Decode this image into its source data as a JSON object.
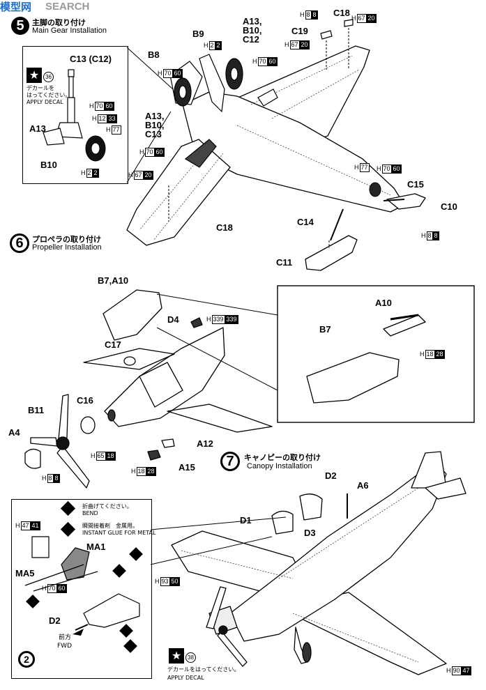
{
  "watermark": {
    "logo_text": "模型网",
    "sub_text": "SEARCH"
  },
  "steps": {
    "s5": {
      "number": "5",
      "jp": "主脚の取り付け",
      "en": "Main Gear Installation"
    },
    "s6": {
      "number": "6",
      "jp": "プロペラの取り付け",
      "en": "Propeller Installation"
    },
    "s7": {
      "number": "7",
      "jp": "キャノピーの取り付け",
      "en": "Canopy Installation"
    }
  },
  "inset5": {
    "decal_number": "36",
    "decal_jp": "デカールを\nはってください。",
    "decal_en": "APPLY DECAL",
    "parts": {
      "c13": "C13 (C12)",
      "a13": "A13",
      "b10": "B10"
    },
    "paints": [
      {
        "h": "H",
        "a": "70",
        "b": "60"
      },
      {
        "h": "H",
        "a": "12",
        "b": "33"
      },
      {
        "h": "H",
        "a": "77",
        "b": ""
      },
      {
        "h": "H",
        "a": "2",
        "b": "2"
      }
    ]
  },
  "step5_parts": {
    "b9": "B9",
    "b8": "B8",
    "a13_group_top": "A13,\nB10,\nC12",
    "a13_group_bottom": "A13,\nB10,\nC13",
    "c18_top": "C18",
    "c19": "C19",
    "c18_bottom": "C18",
    "c15": "C15",
    "c10": "C10",
    "c14": "C14",
    "c11": "C11"
  },
  "step5_paints": [
    {
      "h": "H",
      "a": "2",
      "b": "2"
    },
    {
      "h": "H",
      "a": "70",
      "b": "60"
    },
    {
      "h": "H",
      "a": "70",
      "b": "60"
    },
    {
      "h": "H",
      "a": "8",
      "b": "8"
    },
    {
      "h": "H",
      "a": "67",
      "b": "20"
    },
    {
      "h": "H",
      "a": "67",
      "b": "20"
    },
    {
      "h": "H",
      "a": "70",
      "b": "60"
    },
    {
      "h": "H",
      "a": "67",
      "b": "20"
    },
    {
      "h": "H",
      "a": "77",
      "b": ""
    },
    {
      "h": "H",
      "a": "70",
      "b": "60"
    },
    {
      "h": "H",
      "a": "8",
      "b": "8"
    }
  ],
  "step6_parts": {
    "b7a10": "B7,A10",
    "d4": "D4",
    "c17": "C17",
    "c16": "C16",
    "b11": "B11",
    "a4": "A4",
    "a12": "A12",
    "a15": "A15",
    "inset_a10": "A10",
    "inset_b7": "B7"
  },
  "step6_paints": [
    {
      "h": "H",
      "a": "339",
      "b": "339"
    },
    {
      "h": "H",
      "a": "65",
      "b": "18"
    },
    {
      "h": "H",
      "a": "8",
      "b": "8"
    },
    {
      "h": "H",
      "a": "18",
      "b": "28"
    },
    {
      "h": "H",
      "a": "18",
      "b": "28"
    }
  ],
  "step7_parts": {
    "d2": "D2",
    "a6": "A6",
    "d1": "D1",
    "d3": "D3"
  },
  "step7_paints": [
    {
      "h": "H",
      "a": "93",
      "b": "50"
    },
    {
      "h": "H",
      "a": "90",
      "b": "47"
    }
  ],
  "step7_decal": {
    "number": "38",
    "jp": "デカールをはってください。",
    "en": "APPLY DECAL"
  },
  "inset7": {
    "bend_jp": "折曲げてください。",
    "bend_en": "BEND",
    "glue_jp": "瞬間接着剤　金属用。",
    "glue_en": "INSTANT GLUE FOR METAL",
    "ma1": "MA1",
    "ma5": "MA5",
    "d2": "D2",
    "fwd_jp": "前方",
    "fwd_en": "FWD",
    "paints": [
      {
        "h": "H",
        "a": "47",
        "b": "41"
      },
      {
        "h": "H",
        "a": "70",
        "b": "60"
      }
    ],
    "corner_number": "2"
  }
}
